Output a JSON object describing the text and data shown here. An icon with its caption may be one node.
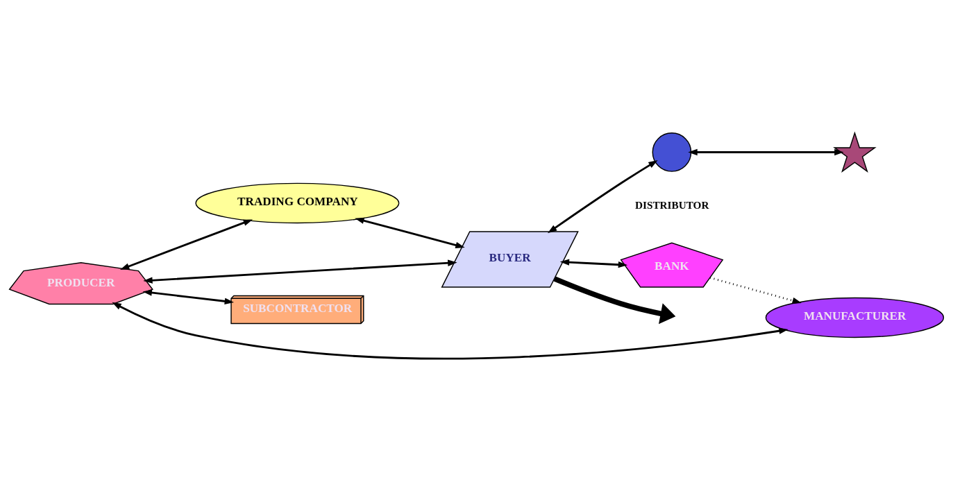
{
  "diagram": {
    "nodes": [
      {
        "text": [
          "TRADING COMPANY"
        ]
      },
      {
        "text": [
          "PRODUCER"
        ]
      },
      {
        "text": [
          "BUYER"
        ]
      },
      {
        "text": [
          "SUBCONTRACTOR"
        ]
      },
      {
        "text": [],
        "shape": "circle",
        "beside": [
          "DISTRIBUTOR"
        ]
      },
      {
        "text": [
          "MANUFACTURER"
        ]
      },
      {
        "text": [
          "BANK"
        ]
      },
      {
        "text": [],
        "shape": "star"
      }
    ],
    "edges": [
      {
        "from": 1,
        "to": 0,
        "arrow": "both"
      },
      {
        "from": 0,
        "to": 2,
        "arrow": "both"
      },
      {
        "from": 1,
        "to": 2,
        "arrow": "both"
      },
      {
        "from": 1,
        "to": 3,
        "arrow": "both"
      },
      {
        "from": 1,
        "to": 5,
        "arrow": "both"
      },
      {
        "from": 2,
        "to": 6,
        "arrow": "both"
      },
      {
        "from": 2,
        "to": 4,
        "arrow": "both"
      },
      {
        "from": 4,
        "to": 7,
        "arrow": "both"
      },
      {
        "from": 6,
        "to": 5,
        "arrow": "to",
        "style": "dashed"
      },
      {
        "from": 2,
        "to": null,
        "arrow": "to",
        "style": "thick"
      }
    ]
  }
}
